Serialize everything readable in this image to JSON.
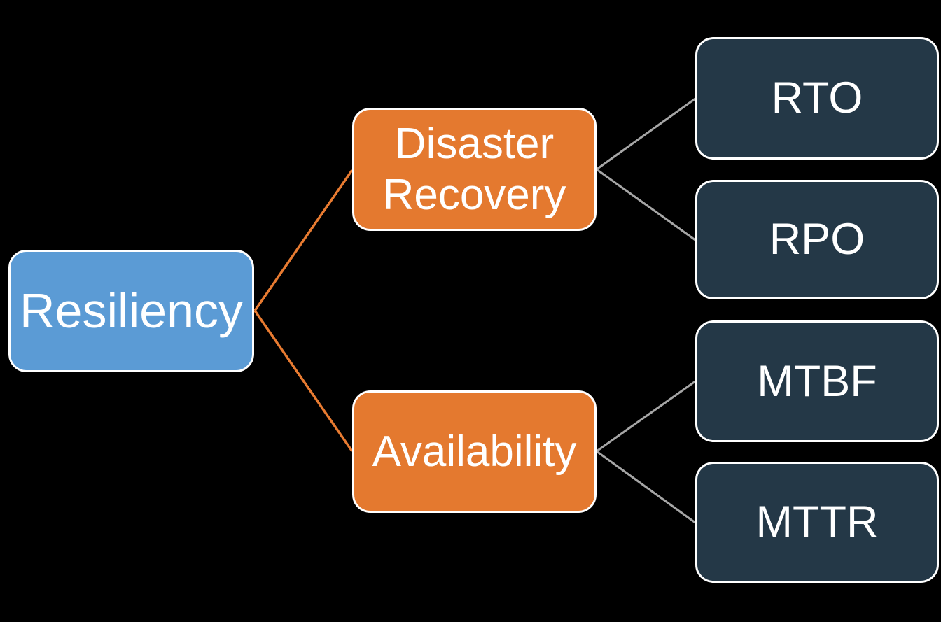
{
  "diagram": {
    "root": {
      "label": "Resiliency"
    },
    "branches": [
      {
        "label": "Disaster Recovery",
        "children": [
          {
            "label": "RTO"
          },
          {
            "label": "RPO"
          }
        ]
      },
      {
        "label": "Availability",
        "children": [
          {
            "label": "MTBF"
          },
          {
            "label": "MTTR"
          }
        ]
      }
    ],
    "colors": {
      "background": "#000000",
      "root-fill": "#5B9BD5",
      "branch-fill": "#E4792F",
      "leaf-fill": "#243847",
      "node-border": "#FFFFFF",
      "node-text": "#FFFFFF",
      "connector-primary": "#E87B31",
      "connector-secondary": "#A6A6A6"
    }
  }
}
